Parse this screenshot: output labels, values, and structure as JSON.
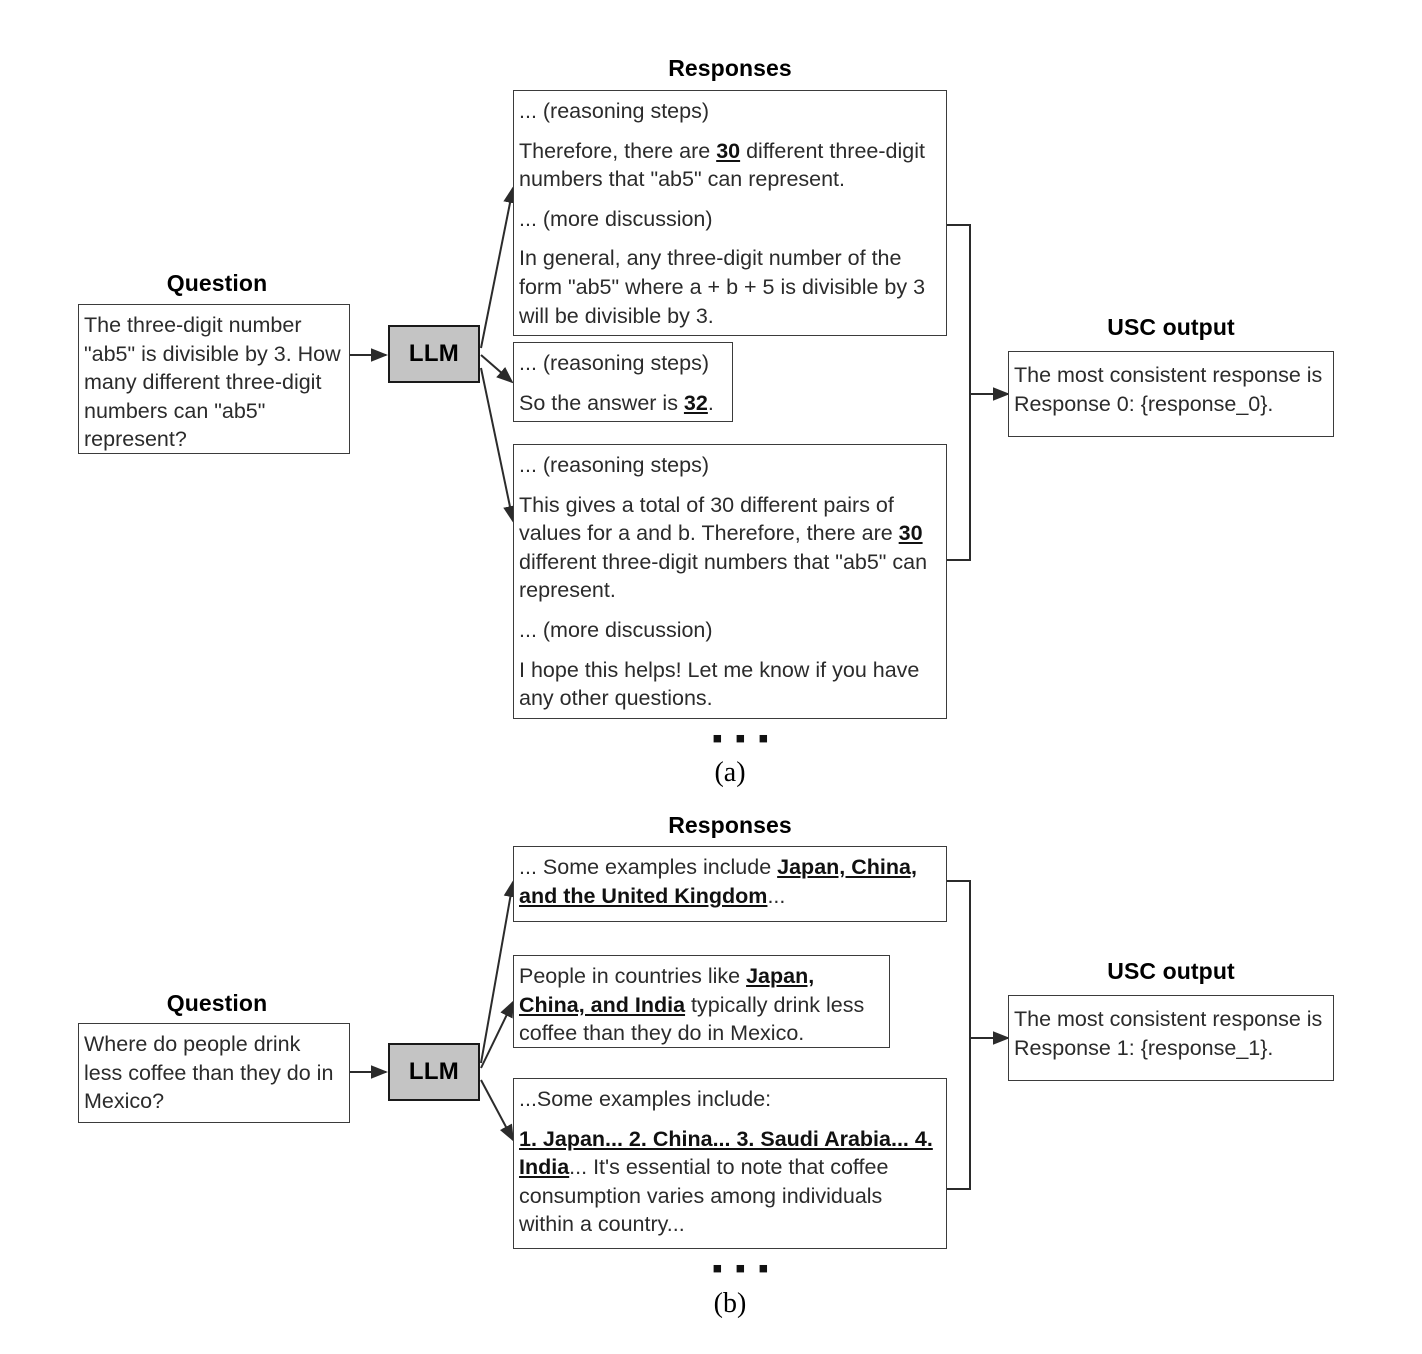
{
  "figure": {
    "panels": [
      {
        "id": "a",
        "caption": "(a)",
        "ellipsis": "▪ ▪ ▪",
        "question_heading": "Question",
        "question_text": "The three-digit number \"ab5\" is divisible by 3. How many different three-digit numbers can \"ab5\" represent?",
        "llm_label": "LLM",
        "responses_heading": "Responses",
        "responses": [
          {
            "id": "response-0",
            "lines": [
              {
                "segments": [
                  {
                    "text": "... (reasoning steps)",
                    "style": "plain"
                  }
                ]
              },
              {
                "segments": [
                  {
                    "text": "Therefore, there are ",
                    "style": "plain"
                  },
                  {
                    "text": "30",
                    "style": "bold-underline"
                  },
                  {
                    "text": " different three-digit numbers that \"ab5\" can represent.",
                    "style": "plain"
                  }
                ]
              },
              {
                "segments": [
                  {
                    "text": "... (more discussion)",
                    "style": "plain"
                  }
                ]
              },
              {
                "segments": [
                  {
                    "text": "In general, any three-digit number of the form \"ab5\" where a + b + 5 is divisible by 3 will be divisible by 3.",
                    "style": "plain"
                  }
                ]
              }
            ]
          },
          {
            "id": "response-1",
            "lines": [
              {
                "segments": [
                  {
                    "text": "... (reasoning steps)",
                    "style": "plain"
                  }
                ]
              },
              {
                "segments": [
                  {
                    "text": "So the answer is ",
                    "style": "plain"
                  },
                  {
                    "text": "32",
                    "style": "bold-underline"
                  },
                  {
                    "text": ".",
                    "style": "plain"
                  }
                ]
              }
            ]
          },
          {
            "id": "response-2",
            "lines": [
              {
                "segments": [
                  {
                    "text": "... (reasoning steps)",
                    "style": "plain"
                  }
                ]
              },
              {
                "segments": [
                  {
                    "text": "This gives a total of 30 different pairs of values for a and b. Therefore, there are ",
                    "style": "plain"
                  },
                  {
                    "text": "30",
                    "style": "bold-underline"
                  },
                  {
                    "text": " different three-digit numbers that \"ab5\" can represent.",
                    "style": "plain"
                  }
                ]
              },
              {
                "segments": [
                  {
                    "text": "... (more discussion)",
                    "style": "plain"
                  }
                ]
              },
              {
                "segments": [
                  {
                    "text": "I hope this helps! Let me know if you have any other questions.",
                    "style": "plain"
                  }
                ]
              }
            ]
          }
        ],
        "usc_heading": "USC output",
        "usc_text": "The most consistent response is Response 0: {response_0}."
      },
      {
        "id": "b",
        "caption": "(b)",
        "ellipsis": "▪ ▪ ▪",
        "question_heading": "Question",
        "question_text": "Where do people drink less coffee than they do in Mexico?",
        "llm_label": "LLM",
        "responses_heading": "Responses",
        "responses": [
          {
            "id": "response-0",
            "lines": [
              {
                "segments": [
                  {
                    "text": "... Some examples include ",
                    "style": "plain"
                  },
                  {
                    "text": "Japan, China, and the United Kingdom",
                    "style": "bold-underline"
                  },
                  {
                    "text": "...",
                    "style": "plain"
                  }
                ]
              }
            ]
          },
          {
            "id": "response-1",
            "lines": [
              {
                "segments": [
                  {
                    "text": "People in countries like ",
                    "style": "plain"
                  },
                  {
                    "text": "Japan, China, and India",
                    "style": "bold-underline"
                  },
                  {
                    "text": " typically drink less coffee than they do in Mexico.",
                    "style": "plain"
                  }
                ]
              }
            ]
          },
          {
            "id": "response-2",
            "lines": [
              {
                "segments": [
                  {
                    "text": "...Some examples include:",
                    "style": "plain"
                  }
                ]
              },
              {
                "segments": [
                  {
                    "text": "1. Japan... 2. China... 3. Saudi Arabia... 4. India",
                    "style": "bold-underline"
                  },
                  {
                    "text": "... It's essential to note that coffee consumption varies among individuals within a country...",
                    "style": "plain"
                  }
                ]
              }
            ]
          }
        ],
        "usc_heading": "USC output",
        "usc_text": "The most consistent response is Response 1: {response_1}."
      }
    ]
  },
  "colors": {
    "llm_fill": "#c4c4c4",
    "box_border": "#3b3b3b",
    "text": "#2b2b2b",
    "wire": "#2b2b2b"
  }
}
